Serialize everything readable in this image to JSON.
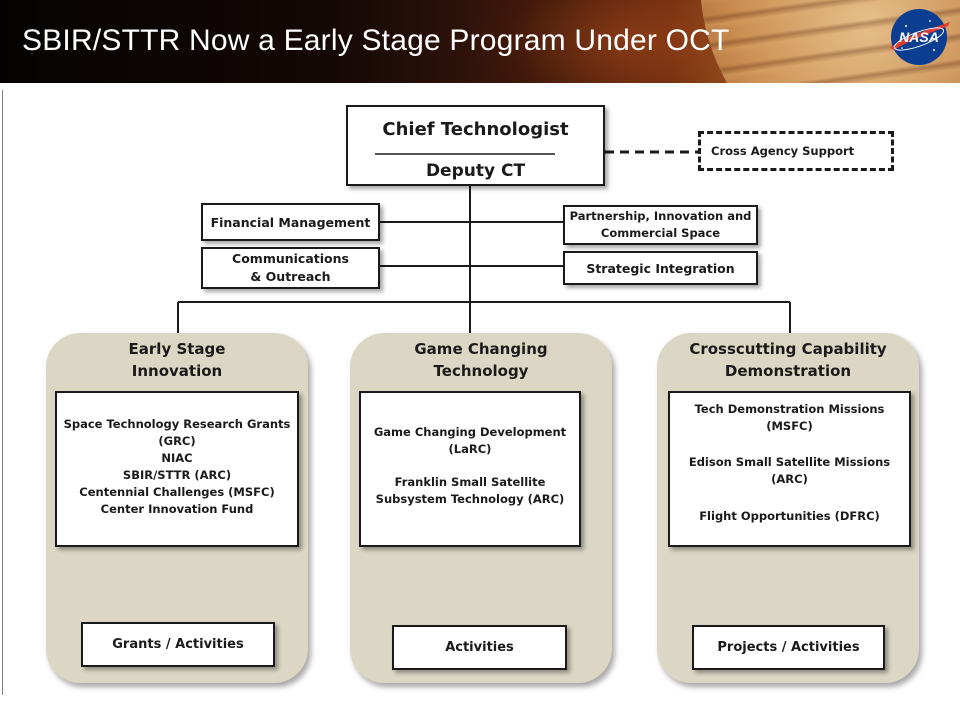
{
  "header": {
    "title": "SBIR/STTR Now a Early Stage Program Under OCT",
    "logo_text": "NASA"
  },
  "org": {
    "chief": {
      "title": "Chief Technologist",
      "deputy": "Deputy CT"
    },
    "cross_agency": "Cross Agency Support",
    "staff_left": [
      {
        "lines": [
          "Financial Management"
        ]
      },
      {
        "lines": [
          "Communications",
          "& Outreach"
        ]
      }
    ],
    "staff_right": [
      {
        "lines": [
          "Partnership, Innovation and",
          "Commercial Space"
        ]
      },
      {
        "lines": [
          "Strategic Integration"
        ]
      }
    ],
    "divisions": [
      {
        "title": [
          "Early Stage",
          "Innovation"
        ],
        "items": [
          "Space Technology Research Grants",
          "(GRC)",
          "NIAC",
          "SBIR/STTR (ARC)",
          "Centennial Challenges (MSFC)",
          "Center Innovation Fund"
        ],
        "bottom": "Grants / Activities"
      },
      {
        "title": [
          "Game Changing",
          "Technology"
        ],
        "items": [
          "Game Changing Development",
          "(LaRC)",
          "",
          "Franklin Small Satellite",
          "Subsystem Technology (ARC)"
        ],
        "bottom": "Activities"
      },
      {
        "title": [
          "Crosscutting Capability",
          "Demonstration"
        ],
        "items": [
          "Tech Demonstration Missions",
          "(MSFC)",
          "",
          "Edison Small Satellite Missions",
          "(ARC)",
          "",
          "Flight Opportunities (DFRC)"
        ],
        "bottom": "Projects / Activities"
      }
    ]
  },
  "colors": {
    "panel_fill": "#dcd7c4",
    "box_border": "#1a1a1a",
    "title_text": "#ffffff"
  }
}
